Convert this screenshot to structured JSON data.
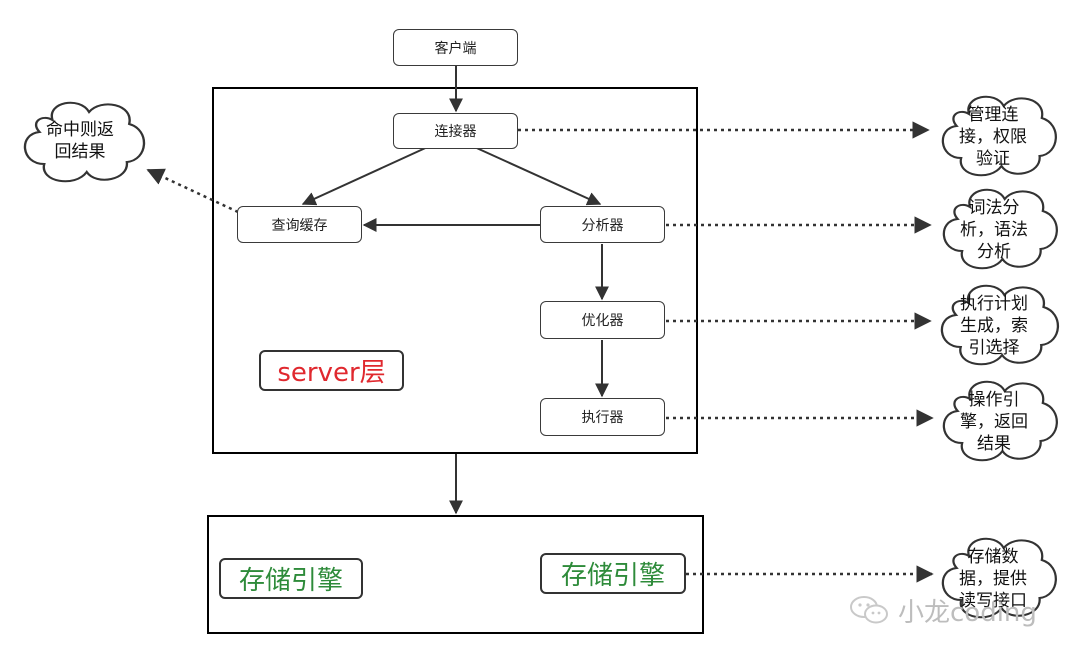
{
  "nodes": {
    "client": "客户端",
    "connector": "连接器",
    "query_cache": "查询缓存",
    "analyzer": "分析器",
    "optimizer": "优化器",
    "executor": "执行器"
  },
  "layer_labels": {
    "server": "server层",
    "engine_left": "存储引擎",
    "engine_right": "存储引擎"
  },
  "notes": {
    "cache_hit": "命中则返\n回结果",
    "connector": "管理连\n接，权限\n验证",
    "analyzer": "词法分\n析，语法\n分析",
    "optimizer": "执行计划\n生成，索\n引选择",
    "executor": "操作引\n擎，返回\n结果",
    "engine": "存储数\n据，提供\n读写接口"
  },
  "watermark": "小龙coding",
  "colors": {
    "server_label": "#e0282e",
    "engine_label": "#2e8b3a"
  }
}
